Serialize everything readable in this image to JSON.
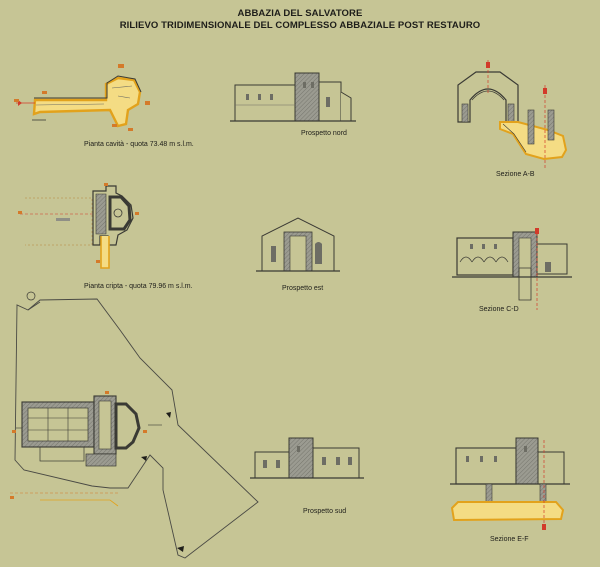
{
  "title": {
    "line1": "ABBAZIA DEL SALVATORE",
    "line2": "RILIEVO TRIDIMENSIONALE DEL COMPLESSO ABBAZIALE POST RESTAURO"
  },
  "captions": {
    "pianta_cavita": "Pianta cavità - quota 73.48 m s.l.m.",
    "pianta_cripta": "Pianta cripta - quota 79.96 m s.l.m.",
    "prospetto_nord": "Prospetto nord",
    "prospetto_est": "Prospetto est",
    "prospetto_sud": "Prospetto sud",
    "sezione_ab": "Sezione A-B",
    "sezione_cd": "Sezione C-D",
    "sezione_ef": "Sezione E-F"
  },
  "colors": {
    "background": "#c6c595",
    "ink": "#3a3a34",
    "wall_fill": "#8f8f86",
    "cavity_outline": "#e2a21c",
    "cavity_fill": "#f4dc84",
    "section_mark": "#d23a2a"
  }
}
